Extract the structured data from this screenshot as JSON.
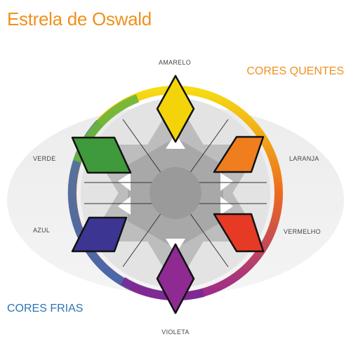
{
  "title": "Estrela de Oswald",
  "groups": {
    "warm": {
      "label": "CORES QUENTES",
      "color": "#f0901e"
    },
    "cool": {
      "label": "CORES FRIAS",
      "color": "#2e74b5"
    }
  },
  "colors": [
    {
      "key": "amarelo",
      "label": "AMARELO",
      "hex": "#f3d40a"
    },
    {
      "key": "laranja",
      "label": "LARANJA",
      "hex": "#f07d1e"
    },
    {
      "key": "vermelho",
      "label": "VERMELHO",
      "hex": "#e63a24"
    },
    {
      "key": "violeta",
      "label": "VIOLETA",
      "hex": "#8e2a92"
    },
    {
      "key": "azul",
      "label": "AZUL",
      "hex": "#3c3592"
    },
    {
      "key": "verde",
      "label": "VERDE",
      "hex": "#3e9a3a"
    }
  ],
  "center_color": "#9a9a9a",
  "background_ellipse_color": "#ececec"
}
